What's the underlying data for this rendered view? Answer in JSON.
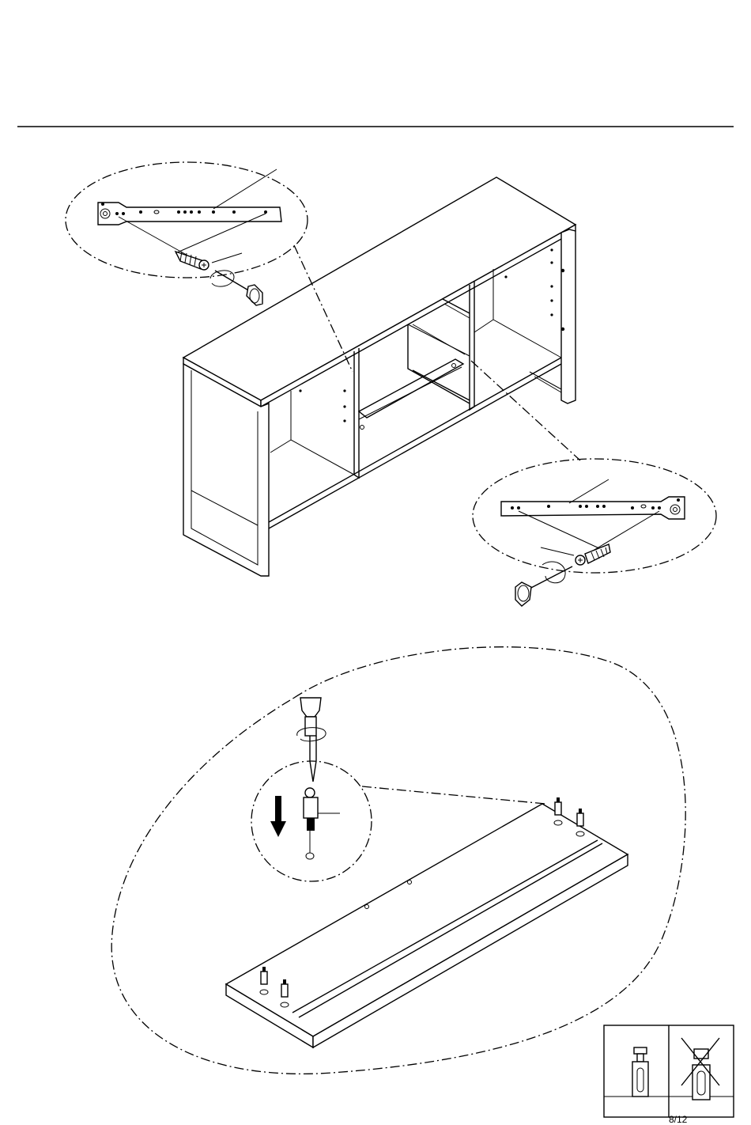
{
  "page": {
    "number": "8/12"
  },
  "icons": {
    "rule": "separator-line",
    "sideboard": "sideboard-carcass",
    "slide_rail": "drawer-slide-rail",
    "screw": "wood-screw",
    "screwdriver": "screwdriver",
    "shelf": "shelf-panel",
    "connector": "cam-dowel-connector",
    "allowed": "manual-screwdriver-allowed-icon",
    "forbidden": "power-drill-forbidden-icon"
  }
}
